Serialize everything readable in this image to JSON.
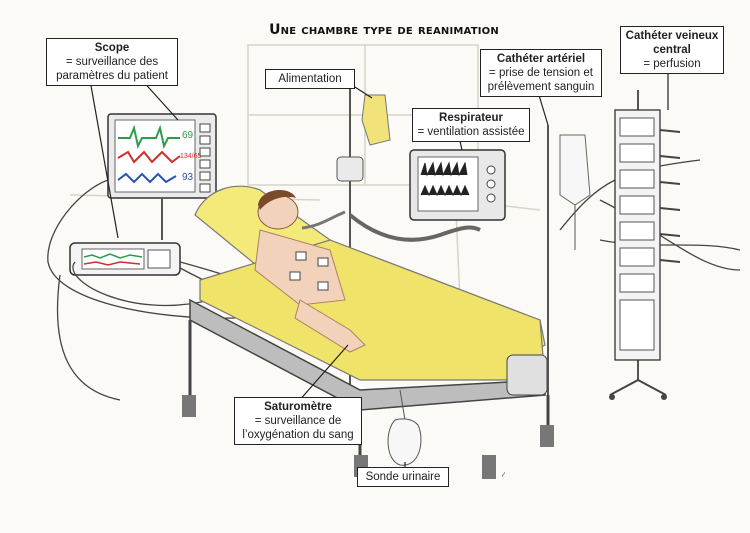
{
  "title": "Une chambre type de reanimation",
  "labels": {
    "scope": {
      "head": "Scope",
      "sub": "= surveillance des paramètres du patient"
    },
    "alimentation": {
      "head": "Alimentation"
    },
    "catheter_arteriel": {
      "head": "Cathéter artériel",
      "sub": "= prise de tension et prélèvement sanguin"
    },
    "catheter_central": {
      "head": "Cathéter veineux central",
      "sub": "= perfusion"
    },
    "respirateur": {
      "head": "Respirateur",
      "sub": "= ventilation assistée"
    },
    "saturometre": {
      "head": "Saturomètre",
      "sub": "= surveillance de l’oxygénation du sang"
    },
    "sonde": {
      "head": "Sonde urinaire"
    }
  },
  "monitor_values": [
    "69",
    "134/65",
    "93"
  ],
  "colors": {
    "bed": "#f3ea7a",
    "heart": "#2e9b4a",
    "pressure": "#d22c2c",
    "spo2": "#2a4fb5"
  }
}
